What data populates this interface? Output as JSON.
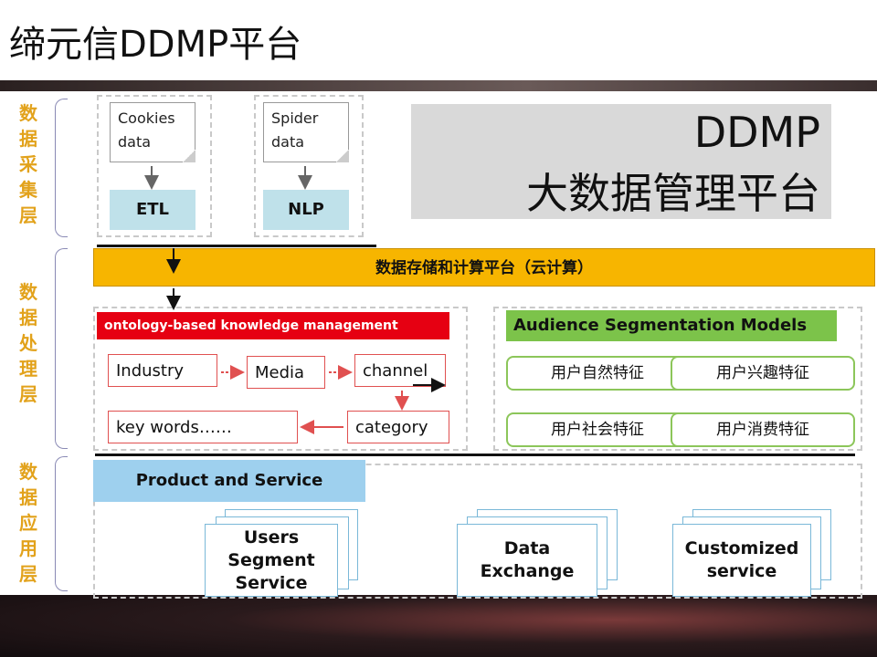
{
  "title": "缔元信DDMP平台",
  "side_labels": [
    {
      "chars": [
        "数",
        "据",
        "采",
        "集",
        "层"
      ]
    },
    {
      "chars": [
        "数",
        "据",
        "处",
        "理",
        "层"
      ]
    },
    {
      "chars": [
        "数",
        "据",
        "应",
        "用",
        "层"
      ]
    }
  ],
  "collection": {
    "sources": [
      {
        "line1": "Cookies",
        "line2": "data",
        "process": "ETL"
      },
      {
        "line1": "Spider",
        "line2": "data",
        "process": "NLP"
      }
    ]
  },
  "brand": {
    "line1": "DDMP",
    "line2": "大数据管理平台"
  },
  "storage_bar": "数据存储和计算平台（云计算）",
  "knowledge": {
    "header": "ontology-based knowledge management",
    "nodes": {
      "industry": "Industry",
      "media": "Media",
      "channel": "channel",
      "category": "category",
      "keywords": "key words……"
    }
  },
  "audience": {
    "header": "Audience Segmentation Models",
    "pills": [
      "用户自然特征",
      "用户兴趣特征",
      "用户社会特征",
      "用户消费特征"
    ]
  },
  "application": {
    "header": "Product and Service",
    "services": [
      {
        "lines": [
          "Users",
          "Segment",
          "Service"
        ]
      },
      {
        "lines": [
          "Data",
          "Exchange"
        ]
      },
      {
        "lines": [
          "Customized",
          "service"
        ]
      }
    ]
  },
  "colors": {
    "side_label": "#e2a21b",
    "orange_bar": "#f7b500",
    "red_header": "#e60012",
    "green_header": "#7cc34a",
    "blue_header": "#9ed0ee",
    "arrow_red": "#e05050"
  }
}
